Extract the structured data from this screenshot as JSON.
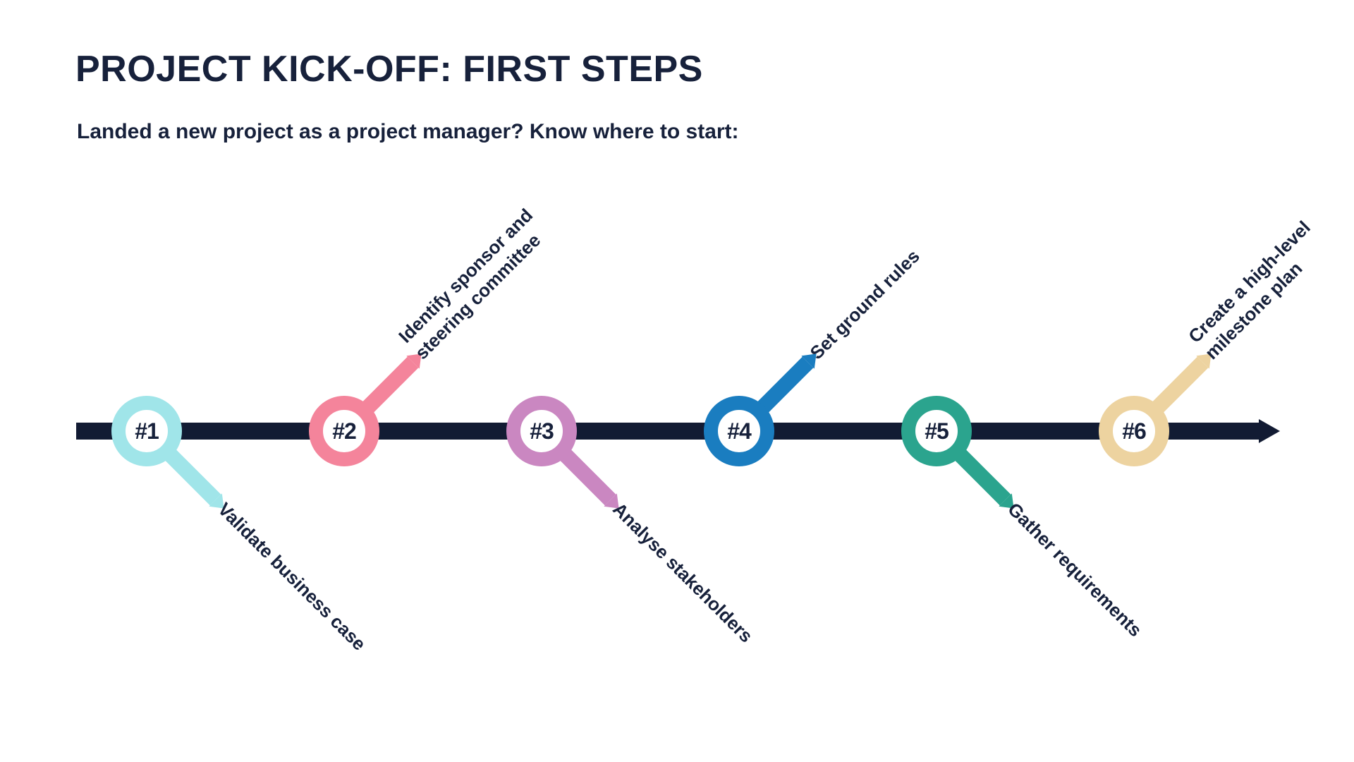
{
  "header": {
    "title": "PROJECT KICK-OFF: FIRST STEPS",
    "subtitle": "Landed a new project as a project manager? Know where to start:"
  },
  "colors": {
    "text": "#17213b",
    "timeline": "#121b33",
    "background": "#ffffff"
  },
  "timeline": {
    "steps": [
      {
        "number": "#1",
        "color": "#a0e5e9",
        "direction": "down",
        "label_lines": [
          "Validate business case"
        ]
      },
      {
        "number": "#2",
        "color": "#f4849b",
        "direction": "up",
        "label_lines": [
          "Identify sponsor and",
          "steering committee"
        ]
      },
      {
        "number": "#3",
        "color": "#ca87c1",
        "direction": "down",
        "label_lines": [
          "Analyse stakeholders"
        ]
      },
      {
        "number": "#4",
        "color": "#1a7dc0",
        "direction": "up",
        "label_lines": [
          "Set ground rules"
        ]
      },
      {
        "number": "#5",
        "color": "#2ba48e",
        "direction": "down",
        "label_lines": [
          "Gather requirements"
        ]
      },
      {
        "number": "#6",
        "color": "#edd3a0",
        "direction": "up",
        "label_lines": [
          "Create a high-level",
          "milestone plan"
        ]
      }
    ]
  }
}
